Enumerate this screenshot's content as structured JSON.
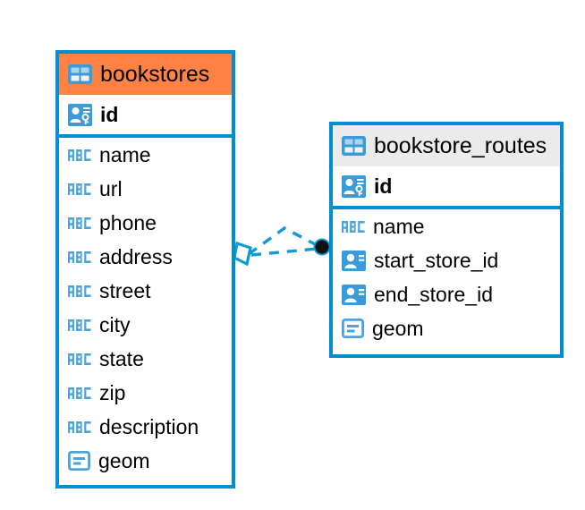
{
  "diagram": {
    "type": "er-diagram",
    "background": "#ffffff",
    "accent_color": "#008ed0",
    "highlight_color": "#fd8244",
    "header_gray": "#ebebeb"
  },
  "entities": [
    {
      "name": "bookstores",
      "header_style": "orange",
      "icon": "table-icon",
      "fields": [
        {
          "name": "id",
          "type_icon": "primary-key-icon",
          "bold": true
        },
        {
          "name": "name",
          "type_icon": "abc-text-icon",
          "bold": false
        },
        {
          "name": "url",
          "type_icon": "abc-text-icon",
          "bold": false
        },
        {
          "name": "phone",
          "type_icon": "abc-text-icon",
          "bold": false
        },
        {
          "name": "address",
          "type_icon": "abc-text-icon",
          "bold": false
        },
        {
          "name": "street",
          "type_icon": "abc-text-icon",
          "bold": false
        },
        {
          "name": "city",
          "type_icon": "abc-text-icon",
          "bold": false
        },
        {
          "name": "state",
          "type_icon": "abc-text-icon",
          "bold": false
        },
        {
          "name": "zip",
          "type_icon": "abc-text-icon",
          "bold": false
        },
        {
          "name": "description",
          "type_icon": "abc-text-icon",
          "bold": false
        },
        {
          "name": "geom",
          "type_icon": "geometry-icon",
          "bold": false
        }
      ]
    },
    {
      "name": "bookstore_routes",
      "header_style": "gray",
      "icon": "table-icon",
      "fields": [
        {
          "name": "id",
          "type_icon": "primary-key-icon",
          "bold": true
        },
        {
          "name": "name",
          "type_icon": "abc-text-icon",
          "bold": false
        },
        {
          "name": "start_store_id",
          "type_icon": "foreign-key-icon",
          "bold": false
        },
        {
          "name": "end_store_id",
          "type_icon": "foreign-key-icon",
          "bold": false
        },
        {
          "name": "geom",
          "type_icon": "geometry-icon",
          "bold": false
        }
      ]
    }
  ],
  "relationship": {
    "style": "dashed",
    "color": "#0f9bd7",
    "source_marker": "kite-endpoint",
    "target_marker": "filled-circle-endpoint"
  }
}
